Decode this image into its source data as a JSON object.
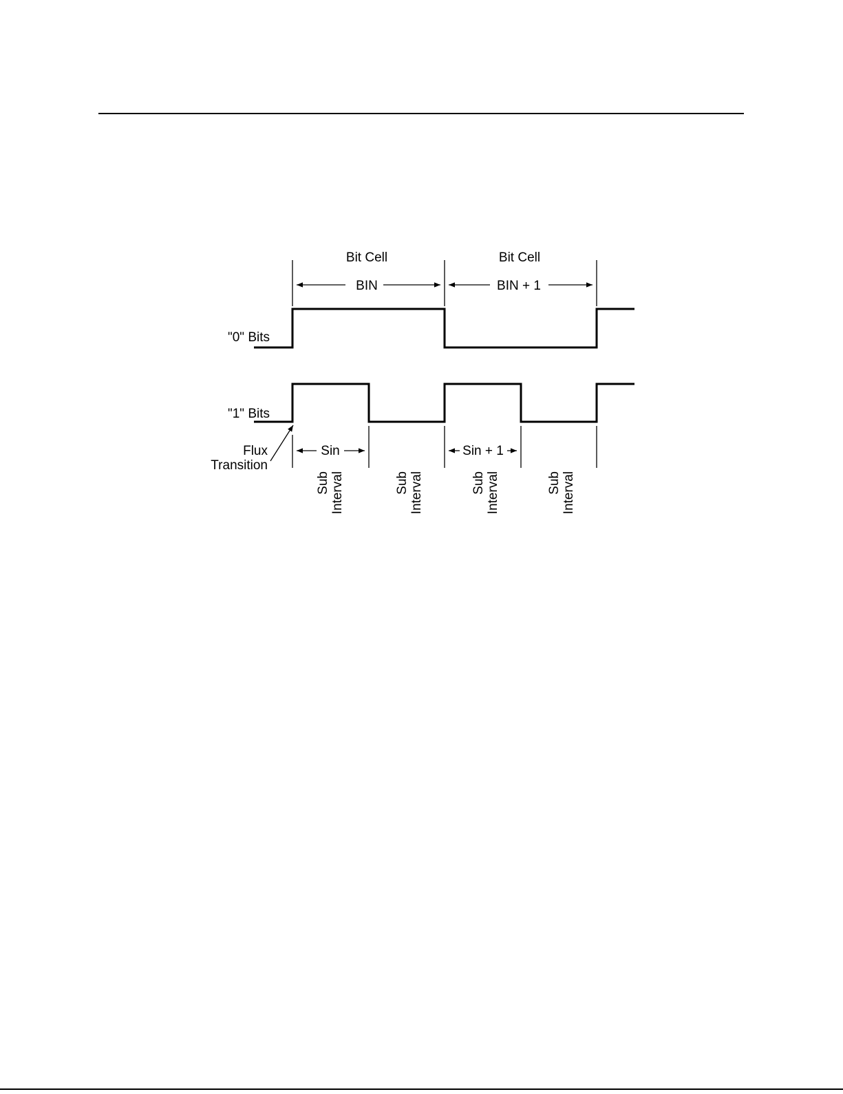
{
  "labels": {
    "bit_cell_1": "Bit Cell",
    "bit_cell_2": "Bit Cell",
    "bin": "BIN",
    "bin_plus_1": "BIN + 1",
    "zero_bits": "\"0\" Bits",
    "one_bits": "\"1\" Bits",
    "flux": "Flux",
    "transition": "Transition",
    "sin": "Sin",
    "sin_plus_1": "Sin + 1",
    "sub_intervals": [
      {
        "line1": "Sub",
        "line2": "Interval"
      },
      {
        "line1": "Sub",
        "line2": "Interval"
      },
      {
        "line1": "Sub",
        "line2": "Interval"
      },
      {
        "line1": "Sub",
        "line2": "Interval"
      }
    ]
  },
  "colors": {
    "ink": "#000000",
    "background": "#ffffff"
  }
}
